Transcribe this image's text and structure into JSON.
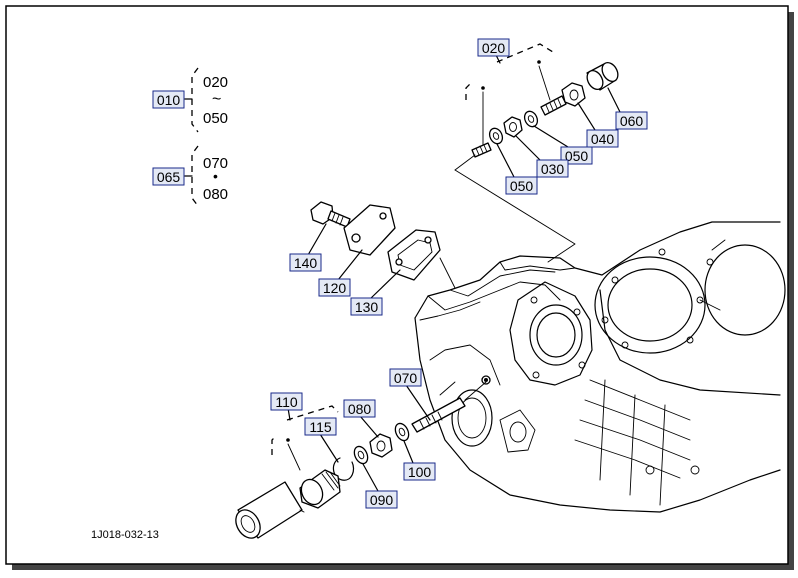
{
  "diagram": {
    "drawing_number": "1J018-032-13",
    "groups": [
      {
        "ref": "010",
        "top": "020",
        "sep": "~",
        "bottom": "050"
      },
      {
        "ref": "065",
        "top": "070",
        "sep": "•",
        "bottom": "080"
      }
    ],
    "callouts": {
      "c020_top": "020",
      "c060": "060",
      "c040": "040",
      "c050_a": "050",
      "c030": "030",
      "c050_b": "050",
      "c140": "140",
      "c120": "120",
      "c130": "130",
      "c070": "070",
      "c110": "110",
      "c080": "080",
      "c115": "115",
      "c100": "100",
      "c090": "090"
    }
  }
}
